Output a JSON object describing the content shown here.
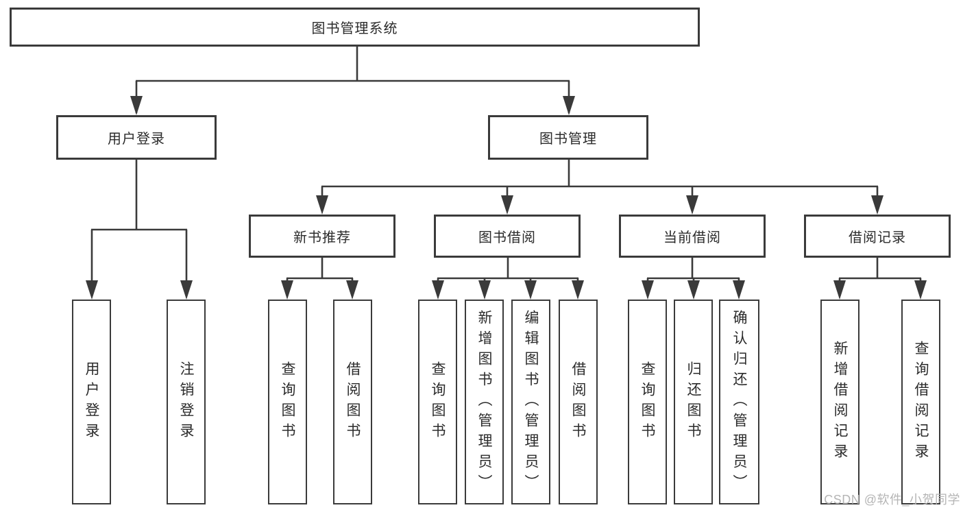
{
  "diagram": {
    "title_node": "图书管理系统",
    "root": {
      "label": "图书管理系统"
    },
    "branches": [
      {
        "label": "用户登录",
        "children": [
          {
            "label": "用户登录"
          },
          {
            "label": "注销登录"
          }
        ]
      },
      {
        "label": "图书管理",
        "children": [
          {
            "label": "新书推荐",
            "children": [
              {
                "label": "查询图书"
              },
              {
                "label": "借阅图书"
              }
            ]
          },
          {
            "label": "图书借阅",
            "children": [
              {
                "label": "查询图书"
              },
              {
                "label": "新增图书（管理员）"
              },
              {
                "label": "编辑图书（管理员）"
              },
              {
                "label": "借阅图书"
              }
            ]
          },
          {
            "label": "当前借阅",
            "children": [
              {
                "label": "查询图书"
              },
              {
                "label": "归还图书"
              },
              {
                "label": "确认归还（管理员）"
              }
            ]
          },
          {
            "label": "借阅记录",
            "children": [
              {
                "label": "新增借阅记录"
              },
              {
                "label": "查询借阅记录"
              }
            ]
          }
        ]
      }
    ]
  },
  "watermark": {
    "text": "CSDN @软件_小贺同学"
  },
  "colors": {
    "line": "#3a3a3a",
    "text": "#2b2b2b",
    "watermark": "#b5b5b5",
    "background": "#ffffff"
  }
}
